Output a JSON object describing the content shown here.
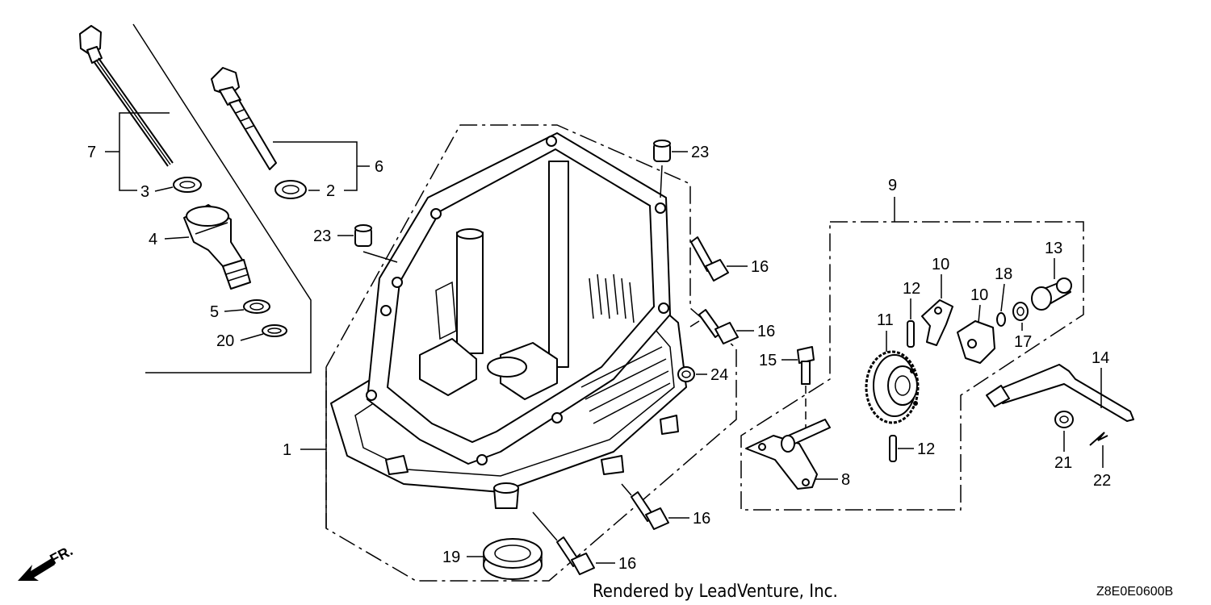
{
  "diagram": {
    "callouts": [
      {
        "id": "c1",
        "label": "1"
      },
      {
        "id": "c2",
        "label": "2"
      },
      {
        "id": "c3",
        "label": "3"
      },
      {
        "id": "c4",
        "label": "4"
      },
      {
        "id": "c5",
        "label": "5"
      },
      {
        "id": "c6",
        "label": "6"
      },
      {
        "id": "c7",
        "label": "7"
      },
      {
        "id": "c8",
        "label": "8"
      },
      {
        "id": "c9",
        "label": "9"
      },
      {
        "id": "c10a",
        "label": "10"
      },
      {
        "id": "c10b",
        "label": "10"
      },
      {
        "id": "c11",
        "label": "11"
      },
      {
        "id": "c12a",
        "label": "12"
      },
      {
        "id": "c12b",
        "label": "12"
      },
      {
        "id": "c13",
        "label": "13"
      },
      {
        "id": "c14",
        "label": "14"
      },
      {
        "id": "c15",
        "label": "15"
      },
      {
        "id": "c16a",
        "label": "16"
      },
      {
        "id": "c16b",
        "label": "16"
      },
      {
        "id": "c16c",
        "label": "16"
      },
      {
        "id": "c16d",
        "label": "16"
      },
      {
        "id": "c17",
        "label": "17"
      },
      {
        "id": "c18",
        "label": "18"
      },
      {
        "id": "c19",
        "label": "19"
      },
      {
        "id": "c20",
        "label": "20"
      },
      {
        "id": "c21",
        "label": "21"
      },
      {
        "id": "c22",
        "label": "22"
      },
      {
        "id": "c23a",
        "label": "23"
      },
      {
        "id": "c23b",
        "label": "23"
      },
      {
        "id": "c24",
        "label": "24"
      }
    ],
    "front_indicator": "FR.",
    "credit": "Rendered by LeadVenture, Inc.",
    "diagram_code": "Z8E0E0600B"
  }
}
